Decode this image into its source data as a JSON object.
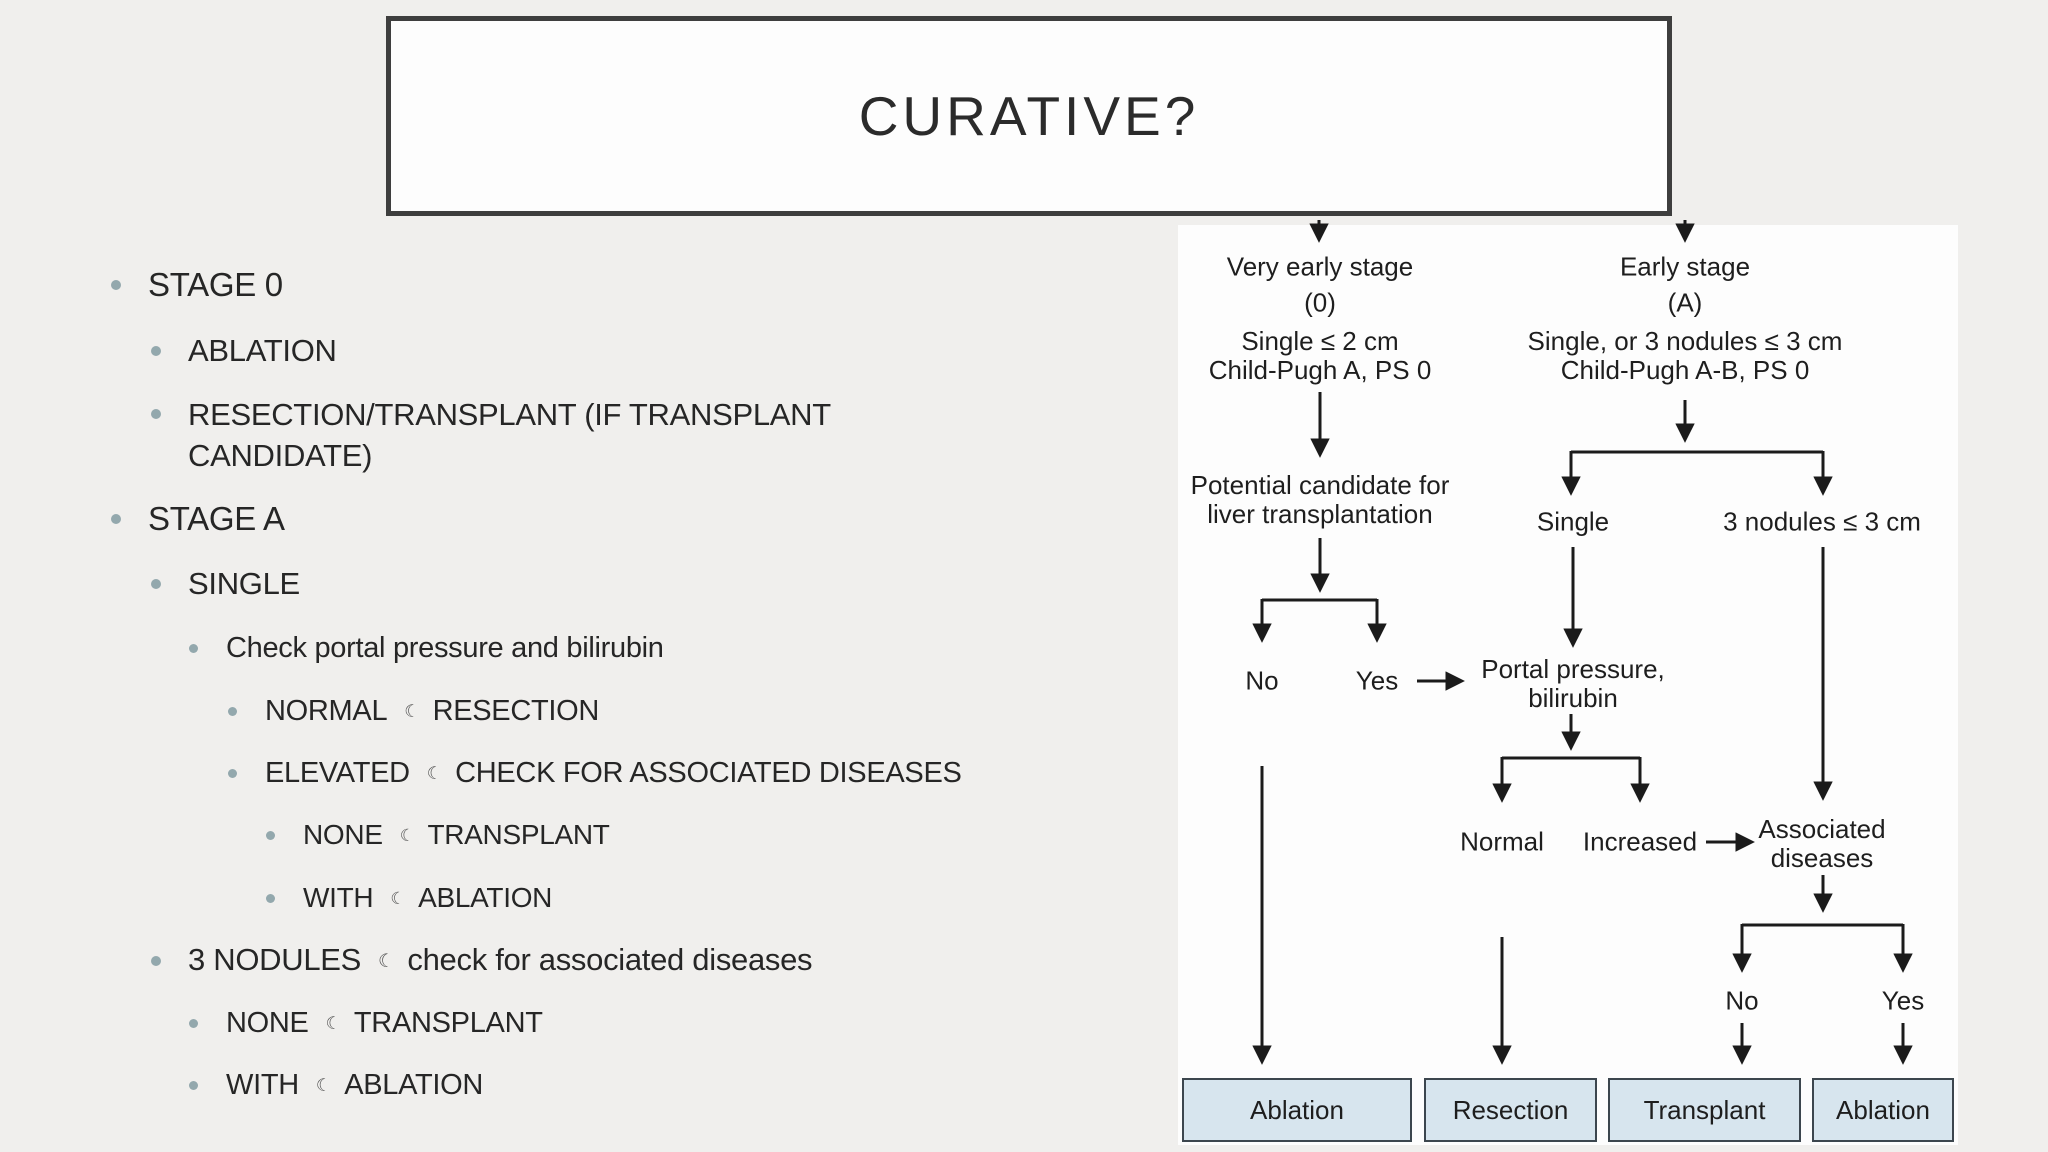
{
  "slide": {
    "title": "CURATIVE?"
  },
  "icons": {
    "moon": "☾"
  },
  "colors": {
    "background": "#f0efed",
    "panel": "#fdfdfd",
    "box_fill": "#d7e5ee",
    "box_border": "#3c464e",
    "bullet": "#93a8ad",
    "line": "#1b1b1b"
  },
  "bullets": [
    {
      "level": 1,
      "parts": [
        "STAGE 0"
      ]
    },
    {
      "level": 2,
      "parts": [
        "ABLATION"
      ]
    },
    {
      "level": 2,
      "parts": [
        "RESECTION/TRANSPLANT (IF TRANSPLANT CANDIDATE)"
      ]
    },
    {
      "level": 1,
      "parts": [
        "STAGE A"
      ]
    },
    {
      "level": 2,
      "parts": [
        "SINGLE"
      ]
    },
    {
      "level": 3,
      "parts": [
        "Check portal pressure and bilirubin"
      ]
    },
    {
      "level": 4,
      "parts": [
        "NORMAL",
        {
          "icon": "moon"
        },
        "RESECTION"
      ]
    },
    {
      "level": 4,
      "parts": [
        "ELEVATED",
        {
          "icon": "moon"
        },
        "CHECK FOR ASSOCIATED DISEASES"
      ]
    },
    {
      "level": 5,
      "parts": [
        "NONE",
        {
          "icon": "moon"
        },
        "TRANSPLANT"
      ]
    },
    {
      "level": 5,
      "parts": [
        "WITH",
        {
          "icon": "moon"
        },
        "ABLATION"
      ]
    },
    {
      "level": 2,
      "parts": [
        "3 NODULES",
        {
          "icon": "moon"
        },
        "check for associated diseases"
      ]
    },
    {
      "level": 3,
      "parts": [
        "NONE",
        {
          "icon": "moon"
        },
        "TRANSPLANT"
      ]
    },
    {
      "level": 3,
      "parts": [
        "WITH",
        {
          "icon": "moon"
        },
        "ABLATION"
      ]
    }
  ],
  "flowchart": {
    "nodes": {
      "very_early_title": "Very early stage",
      "very_early_stage": "(0)",
      "very_early_criteria": "Single ≤ 2 cm\nChild-Pugh A, PS 0",
      "early_title": "Early stage",
      "early_stage": "(A)",
      "early_criteria": "Single, or 3 nodules ≤ 3 cm\nChild-Pugh A-B, PS 0",
      "transplant_candidate": "Potential candidate for\nliver transplantation",
      "no_1": "No",
      "yes_1": "Yes",
      "single": "Single",
      "three_nodules": "3 nodules ≤ 3 cm",
      "portal": "Portal pressure,\nbilirubin",
      "normal": "Normal",
      "increased": "Increased",
      "associated": "Associated\ndiseases",
      "no_2": "No",
      "yes_2": "Yes"
    },
    "outcomes": [
      "Ablation",
      "Resection",
      "Transplant",
      "Ablation"
    ]
  }
}
